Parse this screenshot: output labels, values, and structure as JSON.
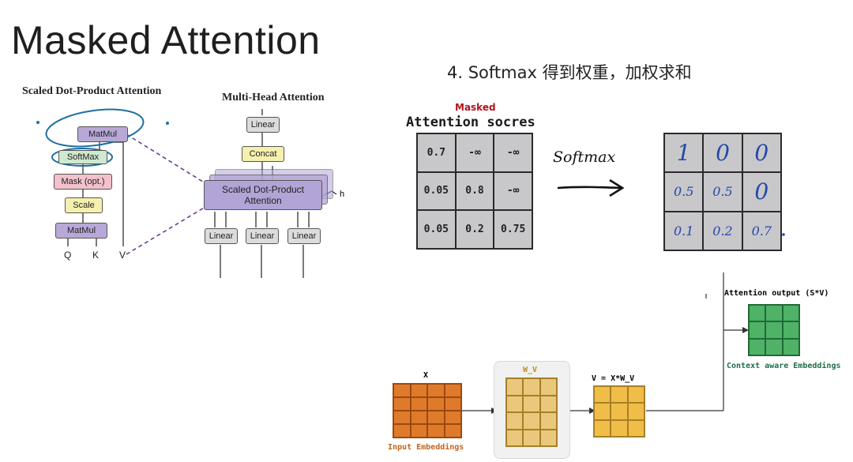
{
  "slide": {
    "title": "Masked Attention",
    "step_heading": "4. Softmax 得到权重，加权求和"
  },
  "sdpa": {
    "title": "Scaled Dot-Product Attention",
    "blocks": {
      "matmul_top": "MatMul",
      "softmax": "SoftMax",
      "mask": "Mask (opt.)",
      "scale": "Scale",
      "matmul_bottom": "MatMul"
    },
    "inputs": {
      "q": "Q",
      "k": "K",
      "v": "V"
    }
  },
  "mha": {
    "title": "Multi-Head Attention",
    "blocks": {
      "linear_top": "Linear",
      "concat": "Concat",
      "sdpa_line1": "Scaled Dot-Product",
      "sdpa_line2": "Attention",
      "linear_1": "Linear",
      "linear_2": "Linear",
      "linear_3": "Linear"
    },
    "h_label": "h"
  },
  "scores": {
    "masked_label": "Masked",
    "title": "Attention socres",
    "cells": [
      [
        "0.7",
        "-∞",
        "-∞"
      ],
      [
        "0.05",
        "0.8",
        "-∞"
      ],
      [
        "0.05",
        "0.2",
        "0.75"
      ]
    ]
  },
  "softmax_label": "Softmax",
  "weights": {
    "cells": [
      [
        "1",
        "0",
        "0"
      ],
      [
        "0.5",
        "0.5",
        "0"
      ],
      [
        "0.1",
        "0.2",
        "0.7"
      ]
    ]
  },
  "flow": {
    "x_label": "X",
    "input_caption": "Input Embeddings",
    "wv_label": "W_V",
    "v_label": "V = X*W_V",
    "output_label": "Attention output (S*V)",
    "output_caption": "Context aware Embeddings"
  },
  "colors": {
    "masked_red": "#b0141b",
    "input_orange": "#e07a2b",
    "wv_yellow": "#e9c77d",
    "v_yellow": "#f0bd49",
    "output_green": "#4fb267",
    "handwriting_blue": "#2549a8",
    "highlight_teal": "#1d6fa0"
  }
}
